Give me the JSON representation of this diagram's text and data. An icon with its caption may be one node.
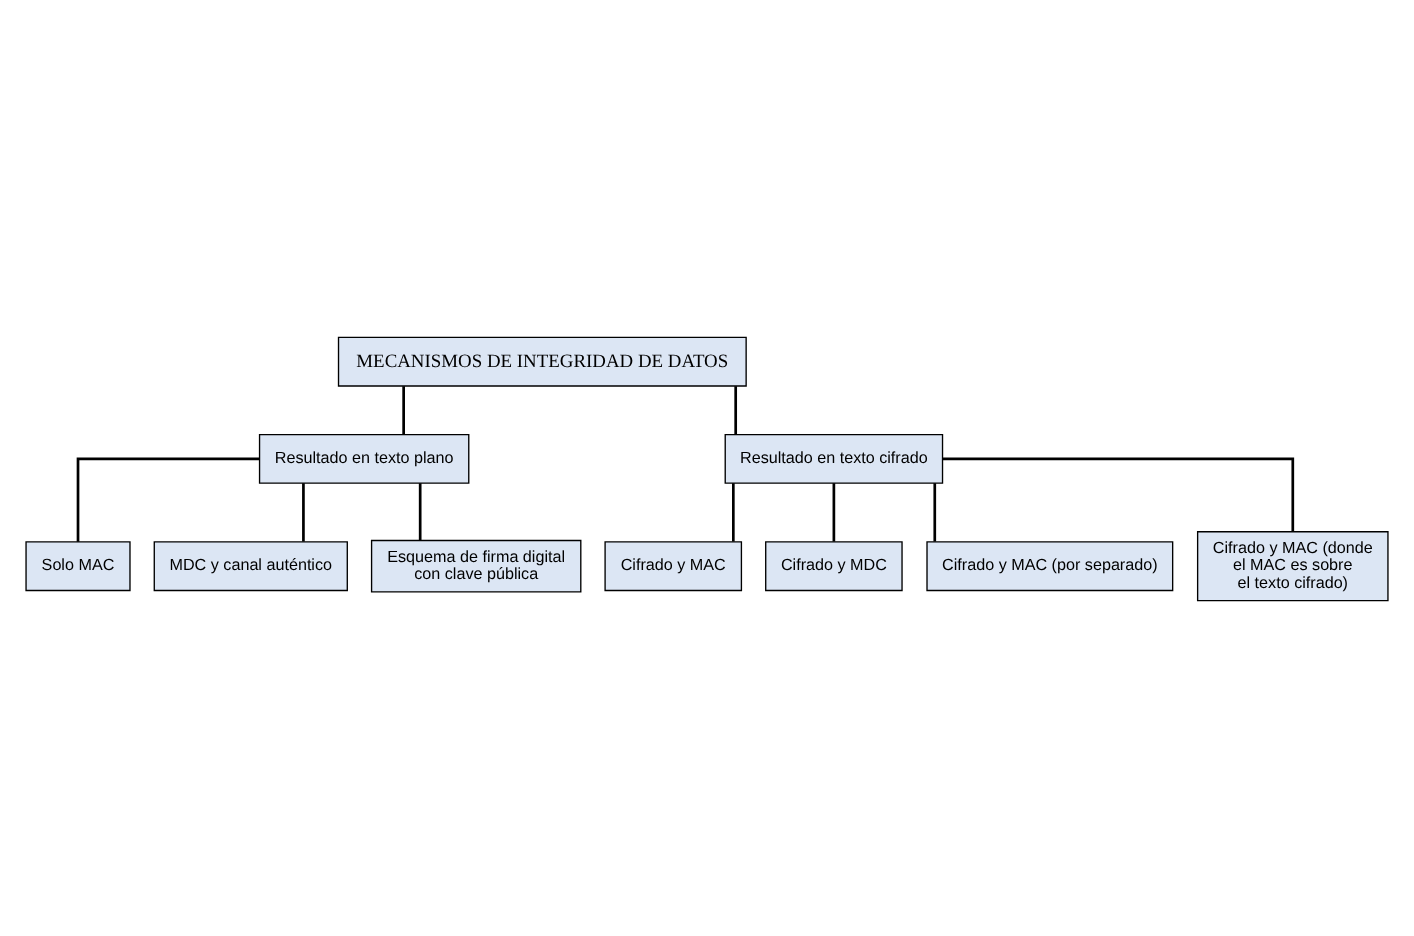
{
  "diagram": {
    "nodes": [
      {
        "text": [
          "MECANISMOS DE INTEGRIDAD DE DATOS"
        ]
      },
      {
        "text": [
          "Resultado en texto plano"
        ]
      },
      {
        "text": [
          "Resultado en texto cifrado"
        ]
      },
      {
        "text": [
          "Solo MAC"
        ]
      },
      {
        "text": [
          "MDC y canal auténtico"
        ]
      },
      {
        "text": [
          "Esquema de firma digital con clave pública"
        ]
      },
      {
        "text": [
          "Cifrado y MAC"
        ]
      },
      {
        "text": [
          "Cifrado y MDC"
        ]
      },
      {
        "text": [
          "Cifrado y MAC (por separado)"
        ]
      },
      {
        "text": [
          "Cifrado y MAC (donde el MAC es sobre el texto cifrado)"
        ]
      }
    ],
    "edges": [
      {
        "from": 0,
        "to": 1,
        "arrow": "none"
      },
      {
        "from": 0,
        "to": 2,
        "arrow": "none"
      },
      {
        "from": 1,
        "to": 3,
        "arrow": "none"
      },
      {
        "from": 1,
        "to": 4,
        "arrow": "none"
      },
      {
        "from": 1,
        "to": 5,
        "arrow": "none"
      },
      {
        "from": 2,
        "to": 6,
        "arrow": "none"
      },
      {
        "from": 2,
        "to": 7,
        "arrow": "none"
      },
      {
        "from": 2,
        "to": 8,
        "arrow": "none"
      },
      {
        "from": 2,
        "to": 9,
        "arrow": "none"
      }
    ]
  }
}
